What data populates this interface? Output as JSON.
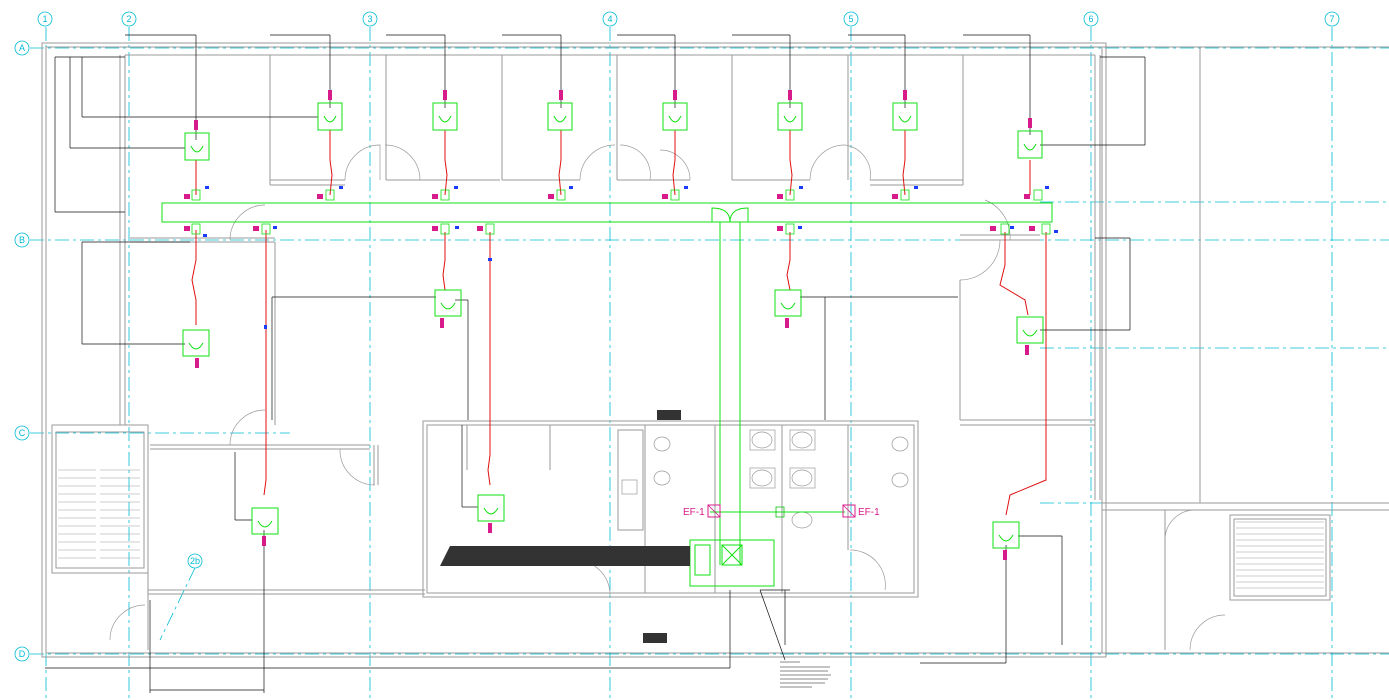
{
  "drawing": {
    "grid_columns": [
      "1",
      "2",
      "3",
      "4",
      "5",
      "6",
      "7"
    ],
    "grid_rows": [
      "A",
      "B",
      "C",
      "D"
    ],
    "sub_grid_label": "2b",
    "equipment": [
      {
        "tag": "EF-1",
        "side": "left"
      },
      {
        "tag": "EF-1",
        "side": "right"
      }
    ],
    "colors": {
      "grid": "#00bcd4",
      "walls": "#9a9a9a",
      "duct": "#10e010",
      "pipe": "#e01010",
      "tag": "#d81b8a",
      "dimension": "#111111",
      "note_blue": "#1a3cff"
    }
  }
}
